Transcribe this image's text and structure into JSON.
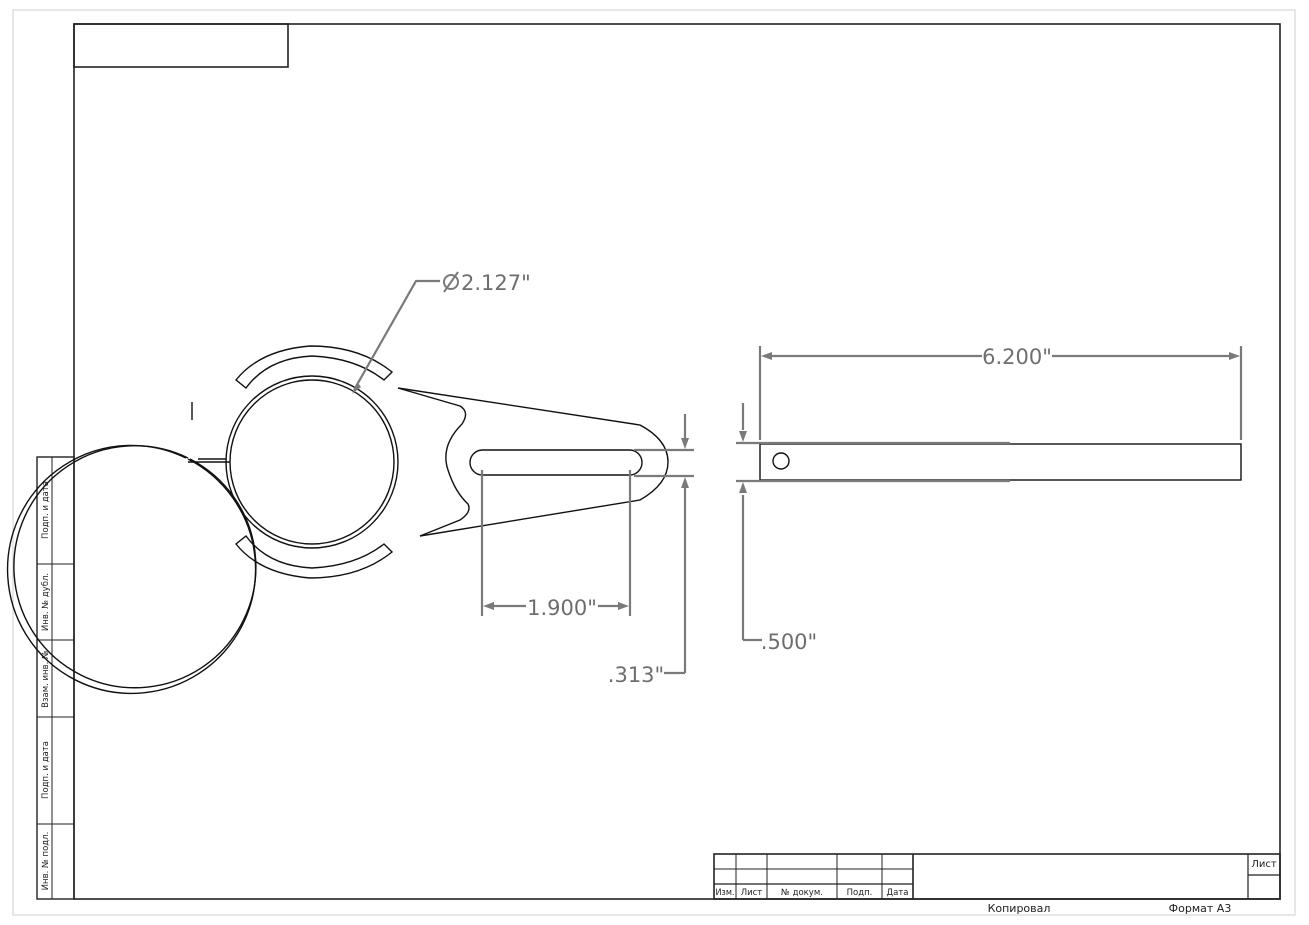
{
  "dimensions": {
    "diameter": "2.127\"",
    "length": "6.200\"",
    "slot_length": "1.900\"",
    "slot_width": ".313\"",
    "thickness": ".500\""
  },
  "title_block": {
    "col_izm": "Изм.",
    "col_list": "Лист",
    "col_doc": "№ докум.",
    "col_sign": "Подп.",
    "col_date": "Дата",
    "sheet_label": "Лист"
  },
  "side_strip": {
    "box1": "Подп. и дата",
    "box2": "Инв. № дубл.",
    "box3": "Взам. инв. №",
    "box4": "Подп. и дата",
    "box5": "Инв. № подл."
  },
  "footer": {
    "copied": "Копировал",
    "format": "Формат А3"
  }
}
